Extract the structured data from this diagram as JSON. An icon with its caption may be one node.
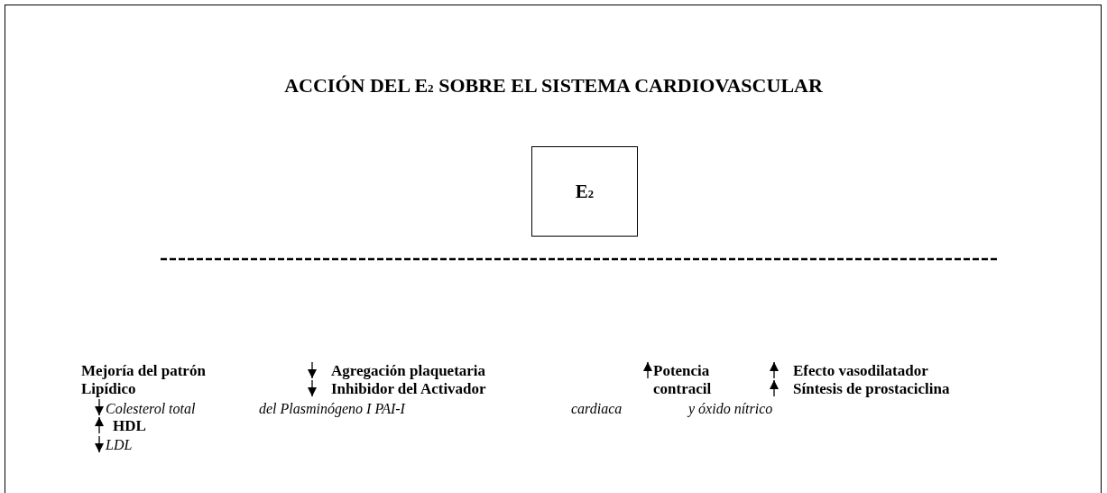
{
  "diagram": {
    "title": "ACCIÓN DEL E$_{2}$ SOBRE EL SISTEMA CARDIOVASCULAR",
    "nodes": [
      {
        "text": [
          "E$_{2}$"
        ]
      }
    ],
    "edges": [],
    "labels": [
      "Mejoría del patrón Lipídico",
      "Colesterol total",
      "HDL",
      "LDL",
      "Agregación plaquetaria",
      "Inhibidor del Activador",
      "del Plasminógeno I PAI-I",
      "Potencia contracil",
      "cardiaca",
      "Efecto vasodilatador",
      "Síntesis de prostaciclina",
      "y óxido nítrico"
    ]
  }
}
